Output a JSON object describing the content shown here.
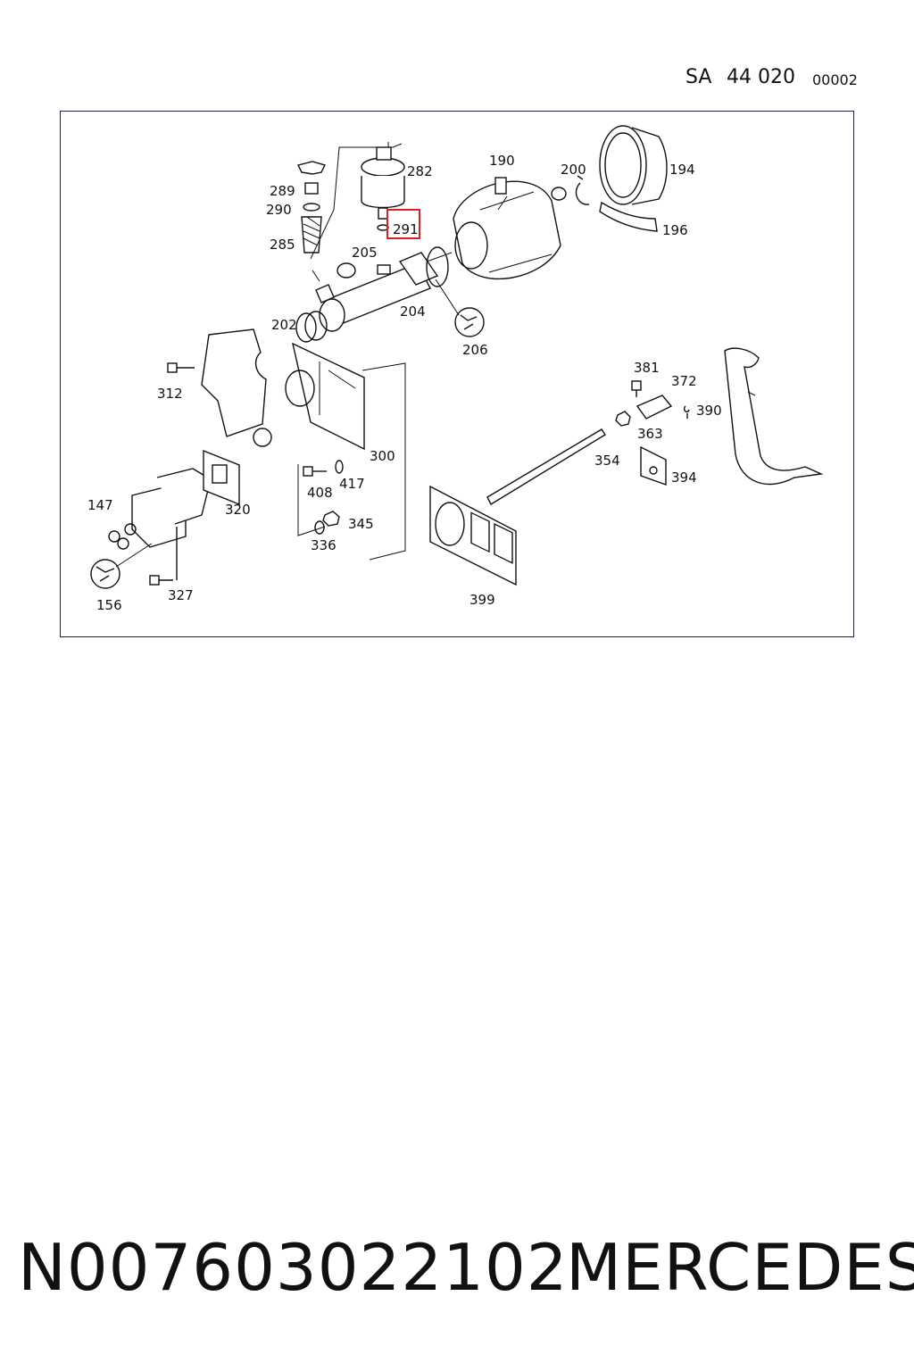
{
  "header": {
    "sa": "SA",
    "group": "44 020",
    "number": "00002"
  },
  "diagram": {
    "callouts": [
      "282",
      "289",
      "290",
      "285",
      "291",
      "190",
      "200",
      "194",
      "196",
      "205",
      "202",
      "204",
      "206",
      "312",
      "381",
      "372",
      "390",
      "363",
      "300",
      "354",
      "394",
      "408",
      "417",
      "147",
      "320",
      "345",
      "336",
      "399",
      "156",
      "327"
    ],
    "highlighted": "291",
    "highlight_color": "#e02020"
  },
  "footer": {
    "part_number": "N007603022102",
    "brand": "MERCEDES"
  }
}
